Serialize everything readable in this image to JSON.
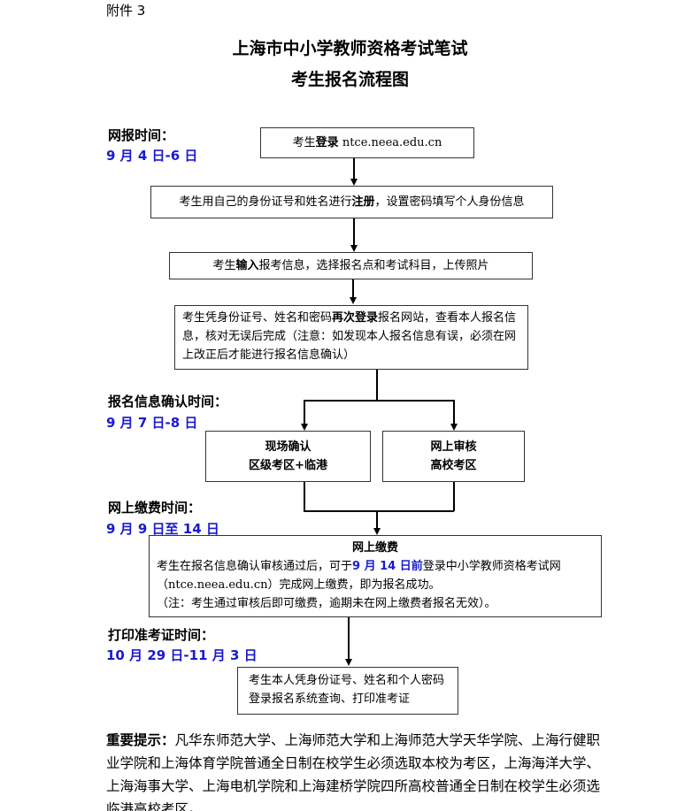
{
  "attachment": "附件 3",
  "title_line1": "上海市中小学教师资格考试笔试",
  "title_line2": "考生报名流程图",
  "stages": [
    {
      "label": "网报时间：",
      "dates": "9 月 4 日-6 日"
    },
    {
      "label": "报名信息确认时间：",
      "dates": "9 月 7 日-8 日"
    },
    {
      "label": "网上缴费时间：",
      "dates": "9 月 9 日至 14 日"
    },
    {
      "label": "打印准考证时间：",
      "dates": "10 月 29 日-11 月 3 日"
    }
  ],
  "steps": {
    "login": {
      "pre": "考生",
      "bold": "登录",
      "post": " ntce.neea.edu.cn"
    },
    "register": {
      "pre": "考生用自己的身份证号和姓名进行",
      "bold": "注册",
      "post": "，设置密码填写个人身份信息"
    },
    "input": {
      "pre": "考生",
      "bold": "输入",
      "post": "报考信息，选择报名点和考试科目，上传照片"
    },
    "relogin": {
      "pre": "考生凭身份证号、姓名和密码",
      "bold": "再次登录",
      "post": "报名网站，查看本人报名信息，核对无误后完成（注意：如发现本人报名信息有误，必须在网上改正后才能进行报名信息确认）"
    },
    "onsite": {
      "line1": "现场确认",
      "line2": "区级考区+临港"
    },
    "online_review": {
      "line1": "网上审核",
      "line2": "高校考区"
    },
    "payment": {
      "heading": "网上缴费",
      "pre": "考生在报名信息确认审核通过后，可于",
      "deadline": "9 月 14 日前",
      "post": "登录中小学教师资格考试网（ntce.neea.edu.cn）完成网上缴费，即为报名成功。",
      "note": "（注：考生通过审核后即可缴费，逾期未在网上缴费者报名无效）。"
    },
    "print": "考生本人凭身份证号、姓名和个人密码登录报名系统查询、打印准考证"
  },
  "notice": {
    "label": "重要提示：",
    "text": "凡华东师范大学、上海师范大学和上海师范大学天华学院、上海行健职业学院和上海体育学院普通全日制在校学生必须选取本校为考区，上海海洋大学、上海海事大学、上海电机学院和上海建桥学院四所高校普通全日制在校学生必须选临港高校考区。"
  }
}
